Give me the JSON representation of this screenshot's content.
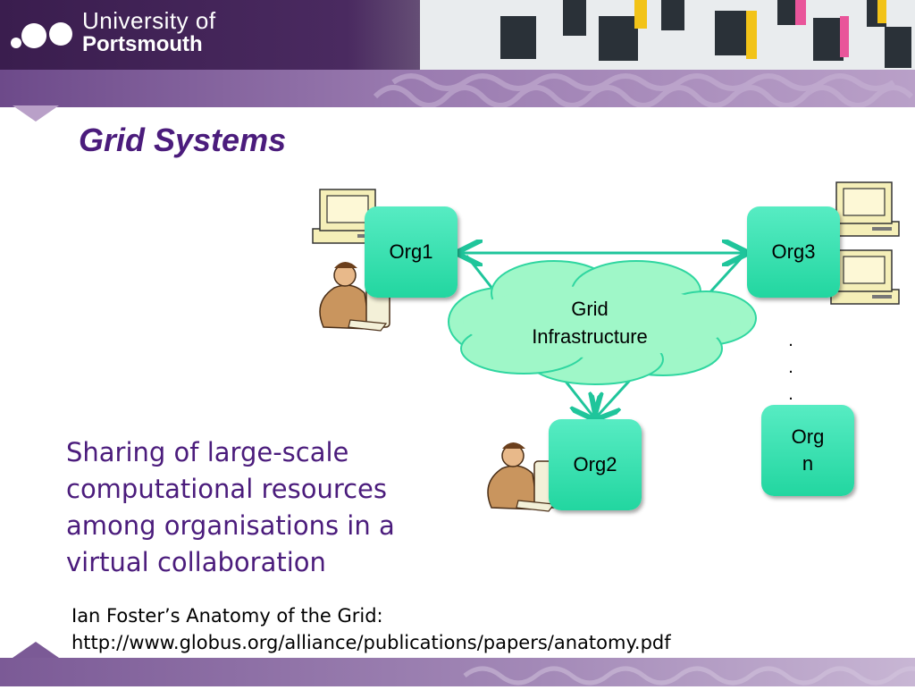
{
  "header": {
    "university_line1": "University of",
    "university_line2": "Portsmouth"
  },
  "slide": {
    "title": "Grid Systems",
    "body_text": "Sharing of large-scale computational resources among organisations in a virtual collaboration",
    "reference_line1": "Ian Foster’s Anatomy of the Grid:",
    "reference_line2": "http://www.globus.org/alliance/publications/papers/anatomy.pdf"
  },
  "diagram": {
    "orgs": [
      {
        "label": "Org1"
      },
      {
        "label": "Org3"
      },
      {
        "label": "Org2"
      },
      {
        "label": "Org\nn"
      }
    ],
    "cloud_label": "Grid\nInfrastructure",
    "ellipsis": ".\n.\n."
  },
  "colors": {
    "title": "#4b1c7c",
    "org_fill": "#2ee0aa",
    "cloud_fill": "#9ff7c8",
    "arrow": "#1fc59b",
    "header_purple": "#4a2a60"
  },
  "icons": [
    "university-logo",
    "computer-icon",
    "person-at-computer-icon",
    "grid-cloud"
  ]
}
